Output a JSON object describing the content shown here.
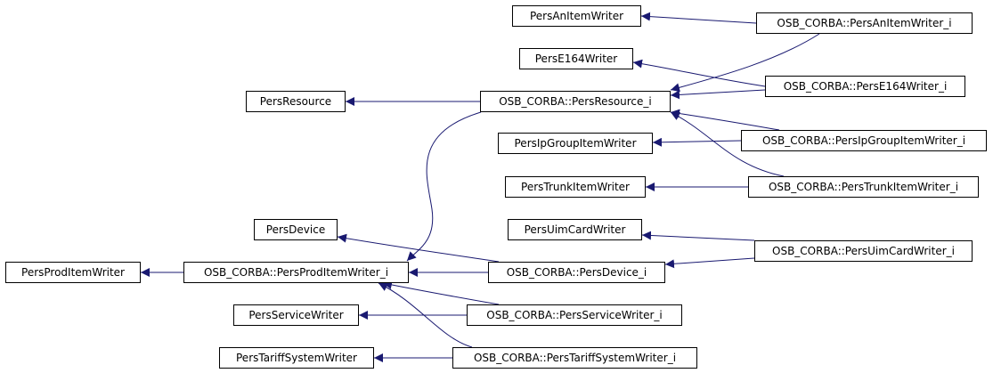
{
  "diagram": {
    "colors": {
      "edge": "#191970",
      "border": "#000000",
      "background": "#ffffff"
    },
    "nodes": {
      "pers_an_item_writer": "PersAnItemWriter",
      "osb_pers_an_item_writer_i": "OSB_CORBA::PersAnItemWriter_i",
      "pers_e164_writer": "PersE164Writer",
      "osb_pers_e164_writer_i": "OSB_CORBA::PersE164Writer_i",
      "pers_resource": "PersResource",
      "osb_pers_resource_i": "OSB_CORBA::PersResource_i",
      "pers_ip_group_item_writer": "PersIpGroupItemWriter",
      "osb_pers_ip_group_item_writer_i": "OSB_CORBA::PersIpGroupItemWriter_i",
      "pers_trunk_item_writer": "PersTrunkItemWriter",
      "osb_pers_trunk_item_writer_i": "OSB_CORBA::PersTrunkItemWriter_i",
      "pers_device": "PersDevice",
      "pers_uim_card_writer": "PersUimCardWriter",
      "osb_pers_uim_card_writer_i": "OSB_CORBA::PersUimCardWriter_i",
      "pers_prod_item_writer": "PersProdItemWriter",
      "osb_pers_prod_item_writer_i": "OSB_CORBA::PersProdItemWriter_i",
      "osb_pers_device_i": "OSB_CORBA::PersDevice_i",
      "pers_service_writer": "PersServiceWriter",
      "osb_pers_service_writer_i": "OSB_CORBA::PersServiceWriter_i",
      "pers_tariff_system_writer": "PersTariffSystemWriter",
      "osb_pers_tariff_system_writer_i": "OSB_CORBA::PersTariffSystemWriter_i"
    }
  }
}
